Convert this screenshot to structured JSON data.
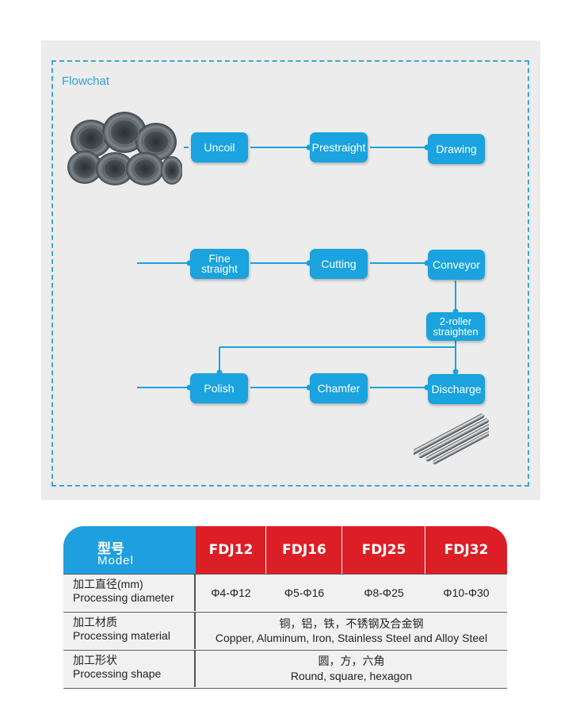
{
  "flowchart": {
    "title": "Flowchat",
    "steps": {
      "uncoil": "Uncoil",
      "prestraight": "Prestraight",
      "drawing": "Drawing",
      "fine_straight": "Fine straight",
      "cutting": "Cutting",
      "conveyor": "Conveyor",
      "two_roller_line1": "2-roller",
      "two_roller_line2": "straighten",
      "discharge": "Discharge",
      "chamfer": "Chamfer",
      "polish": "Polish"
    },
    "colors": {
      "box": "#1aa3de",
      "line": "#1aa3de",
      "dash": "#3aa6d9",
      "panel": "#ececec"
    }
  },
  "spec_table": {
    "header": {
      "model_cn": "型号",
      "model_en": "Model",
      "models": [
        "FDJ12",
        "FDJ16",
        "FDJ25",
        "FDJ32"
      ]
    },
    "rows": {
      "diameter": {
        "label_cn": "加工直径(mm)",
        "label_en": "Processing diameter",
        "values": [
          "Φ4-Φ12",
          "Φ5-Φ16",
          "Φ8-Φ25",
          "Φ10-Φ30"
        ]
      },
      "material": {
        "label_cn": "加工材质",
        "label_en": "Processing material",
        "value_cn": "铜，铝，铁，不锈钢及合金钢",
        "value_en": "Copper, Aluminum, Iron, Stainless Steel and Alloy Steel"
      },
      "shape": {
        "label_cn": "加工形状",
        "label_en": "Processing shape",
        "value_cn": "圆，方，六角",
        "value_en": "Round, square, hexagon"
      }
    },
    "colors": {
      "header_blue": "#1e9fe0",
      "header_red": "#dc1f26"
    }
  }
}
